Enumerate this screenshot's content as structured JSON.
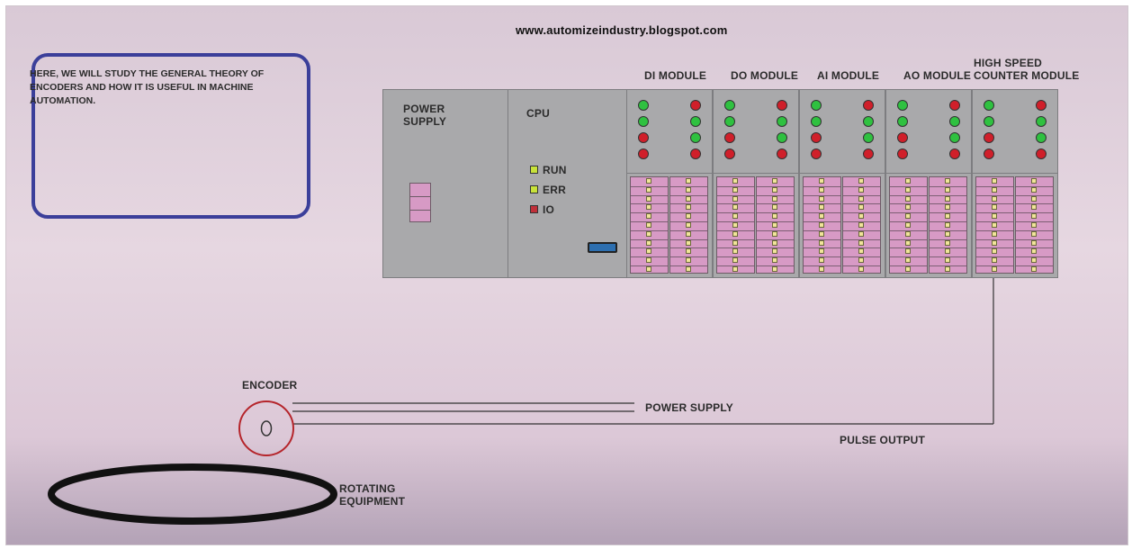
{
  "website": "www.automizeindustry.blogspot.com",
  "intro_text": "HERE, WE WILL STUDY THE GENERAL THEORY OF ENCODERS AND HOW IT IS USEFUL IN MACHINE AUTOMATION.",
  "plc": {
    "power_supply_label": "POWER\nSUPPLY",
    "cpu_label": "CPU",
    "cpu_indicators": [
      {
        "label": "RUN",
        "color": "#c8e23a"
      },
      {
        "label": "ERR",
        "color": "#c8e23a"
      },
      {
        "label": "IO",
        "color": "#c0303a"
      }
    ],
    "modules": [
      {
        "label": "DI MODULE",
        "leds": [
          "g",
          "r",
          "g",
          "g",
          "r",
          "g",
          "r",
          "r"
        ]
      },
      {
        "label": "DO MODULE",
        "leds": [
          "g",
          "r",
          "g",
          "g",
          "r",
          "g",
          "r",
          "r"
        ]
      },
      {
        "label": "AI MODULE",
        "leds": [
          "g",
          "r",
          "g",
          "g",
          "r",
          "g",
          "r",
          "r"
        ]
      },
      {
        "label": "AO MODULE",
        "leds": [
          "g",
          "r",
          "g",
          "g",
          "r",
          "g",
          "r",
          "r"
        ]
      },
      {
        "label": "HIGH SPEED\nCOUNTER MODULE",
        "leds": [
          "g",
          "r",
          "g",
          "g",
          "r",
          "g",
          "r",
          "r"
        ]
      }
    ]
  },
  "encoder_label": "ENCODER",
  "power_supply_wire_label": "POWER SUPPLY",
  "pulse_output_label": "PULSE OUTPUT",
  "rotating_equipment_label": "ROTATING\nEQUIPMENT",
  "colors": {
    "intro_border": "#3b3f9a",
    "encoder_ring": "#b5252b",
    "led_green": "#2fc140",
    "led_red": "#d01f2a",
    "terminal_pink": "#d79ac5"
  }
}
